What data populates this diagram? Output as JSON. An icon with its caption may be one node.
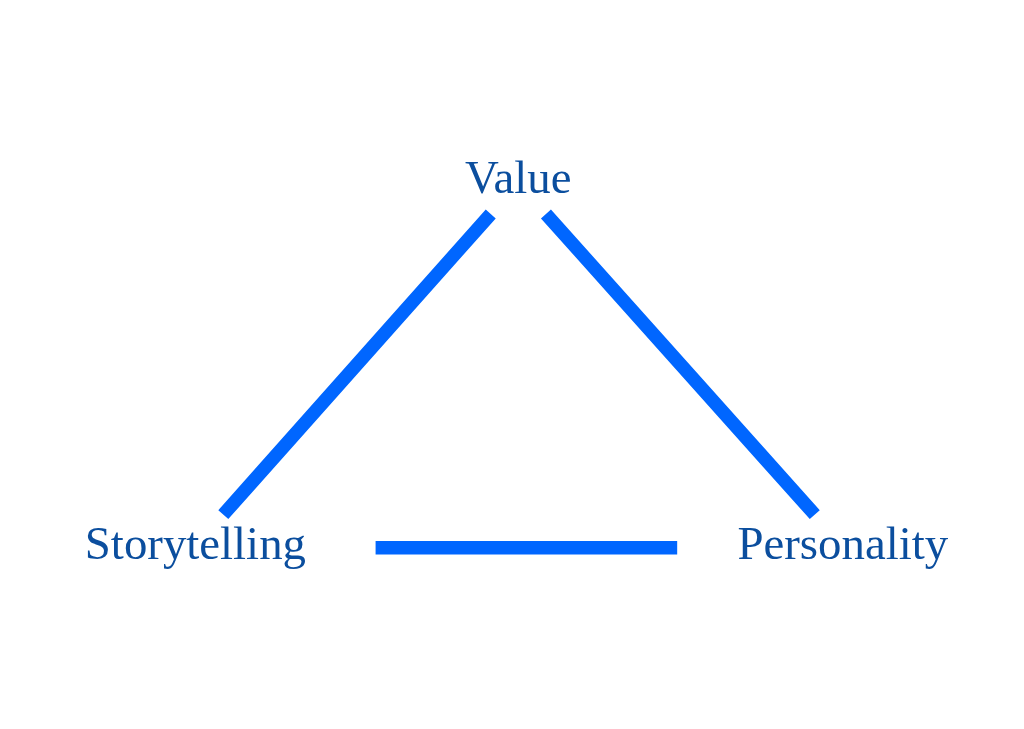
{
  "diagram": {
    "nodes": [
      {
        "text": [
          "Value"
        ]
      },
      {
        "text": [
          "Storytelling"
        ]
      },
      {
        "text": [
          "Personality"
        ]
      }
    ],
    "edges": [
      {
        "from": 0,
        "to": 1,
        "arrow": "none"
      },
      {
        "from": 1,
        "to": 2,
        "arrow": "none"
      },
      {
        "from": 2,
        "to": 0,
        "arrow": "none"
      }
    ]
  }
}
